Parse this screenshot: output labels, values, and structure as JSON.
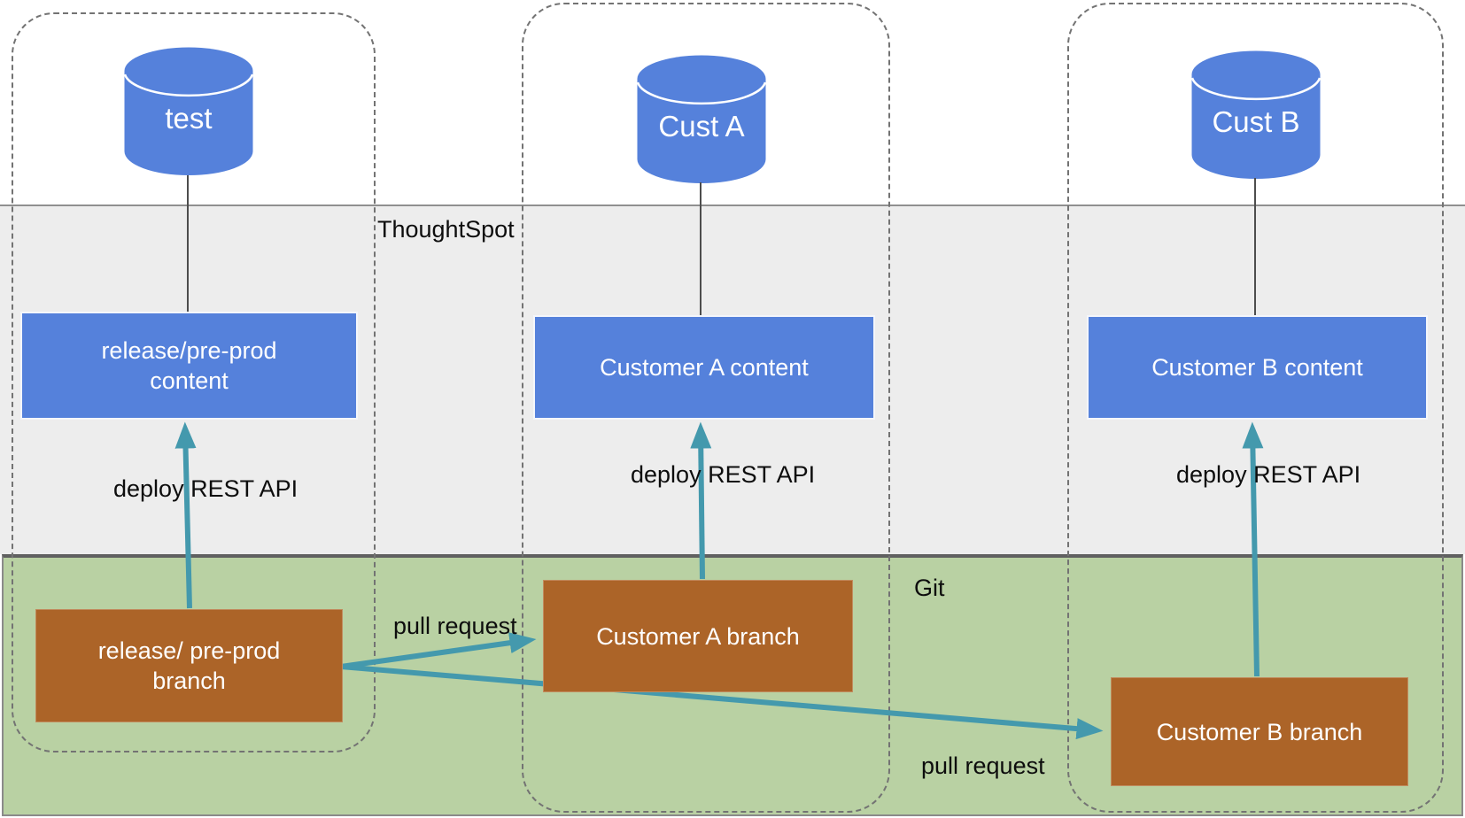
{
  "labels": {
    "thoughtspot_zone": "ThoughtSpot",
    "git_zone": "Git"
  },
  "columns": [
    {
      "cylinder": "test",
      "content_lines": [
        "release/pre-prod",
        "content"
      ],
      "branch_lines": [
        "release/ pre-prod",
        "branch"
      ],
      "deploy_label": "deploy REST API"
    },
    {
      "cylinder": "Cust A",
      "content_lines": [
        "Customer A content"
      ],
      "branch_lines": [
        "Customer A branch"
      ],
      "deploy_label": "deploy REST API",
      "pull_label": "pull request"
    },
    {
      "cylinder": "Cust B",
      "content_lines": [
        "Customer B content"
      ],
      "branch_lines": [
        "Customer B branch"
      ],
      "deploy_label": "deploy REST API",
      "pull_label": "pull request"
    }
  ],
  "colors": {
    "shape_blue": "#5581DB",
    "shape_brown": "#AC6428",
    "arrow_teal": "#4499AD",
    "band_gray": "#EDEDED",
    "band_green": "#B9D1A3"
  }
}
